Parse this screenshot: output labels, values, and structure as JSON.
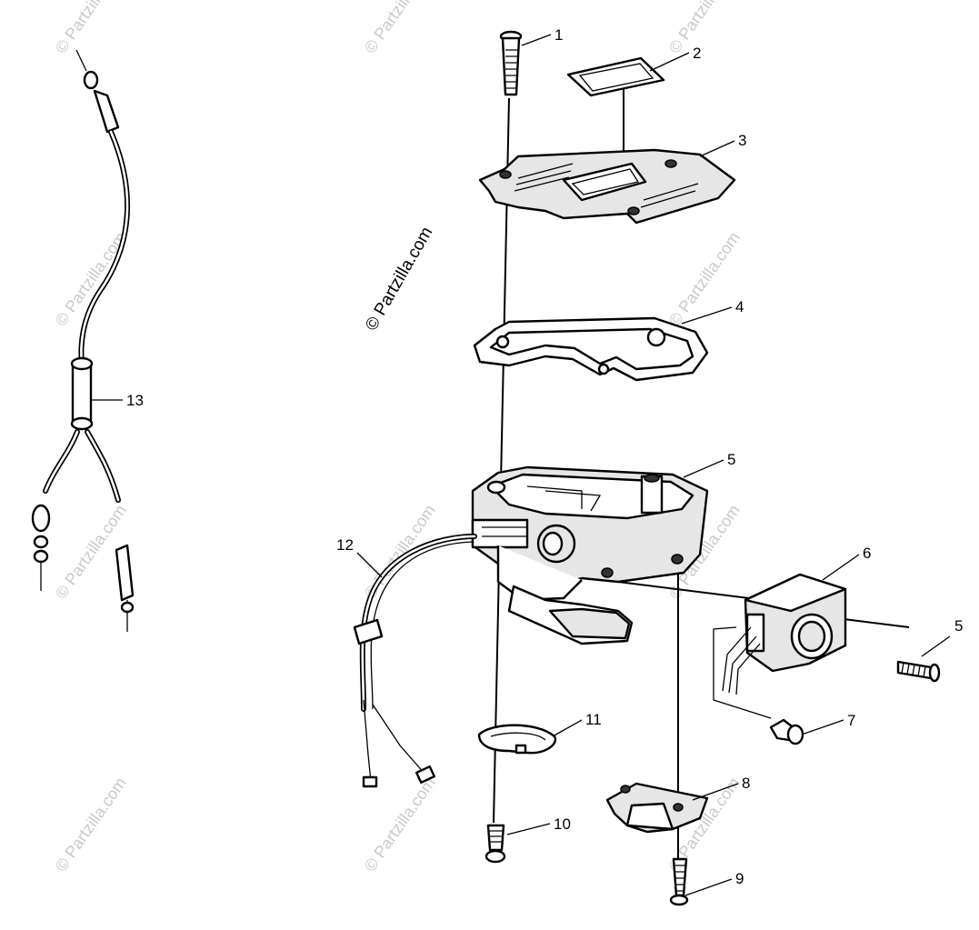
{
  "watermark": {
    "main_text": "© Partzilla.com",
    "tile_text": "© Partzilla.com"
  },
  "callouts": [
    {
      "id": "1",
      "label": "1"
    },
    {
      "id": "2",
      "label": "2"
    },
    {
      "id": "3",
      "label": "3"
    },
    {
      "id": "4",
      "label": "4"
    },
    {
      "id": "5a",
      "label": "5"
    },
    {
      "id": "6",
      "label": "6"
    },
    {
      "id": "5b",
      "label": "5"
    },
    {
      "id": "7",
      "label": "7"
    },
    {
      "id": "8",
      "label": "8"
    },
    {
      "id": "9",
      "label": "9"
    },
    {
      "id": "10",
      "label": "10"
    },
    {
      "id": "11",
      "label": "11"
    },
    {
      "id": "12",
      "label": "12"
    },
    {
      "id": "13",
      "label": "13"
    }
  ]
}
